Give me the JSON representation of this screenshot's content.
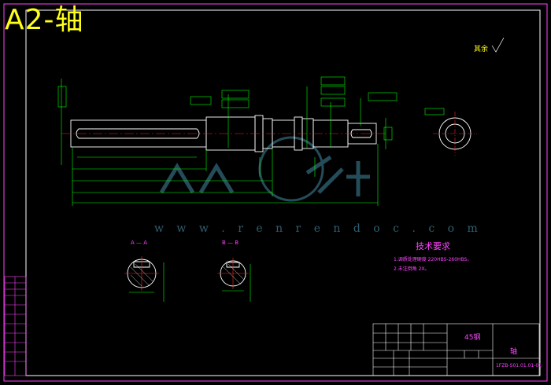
{
  "title": "A2-轴",
  "watermark_url": "w w w . r e n r e n d o c . c o m",
  "corner_note": "其余",
  "tech_requirements": {
    "heading": "技术要求",
    "line1": "1.调质处理硬度 220HBS-260HBS。",
    "line2": "2.未注倒角 2X。"
  },
  "section_labels": {
    "a": "A — A",
    "b": "B — B"
  },
  "title_block": {
    "material": "45钢",
    "part_name": "轴",
    "code": "1FZB-S01.01.01-01"
  },
  "colors": {
    "background": "#000000",
    "border": "#ffffff",
    "outline": "#ffffff",
    "dimension": "#00ff00",
    "centerline": "#ff2222",
    "annotation": "#ff44ff",
    "title": "#ffff1a",
    "watermark": "#2f5f70"
  }
}
